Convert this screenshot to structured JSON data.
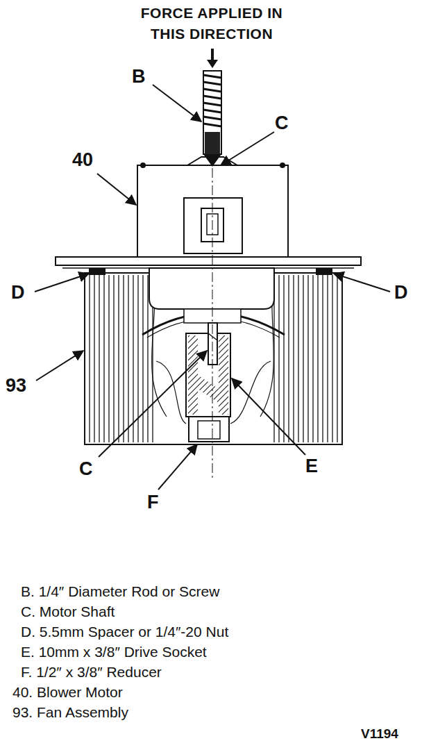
{
  "diagram": {
    "labels": [
      "FORCE APPLIED IN THIS DIRECTION",
      "B",
      "C",
      "40",
      "D",
      "D",
      "93",
      "C",
      "E",
      "F",
      "B. 1/4″ Diameter Rod or Screw",
      "C. Motor Shaft",
      "D. 5.5mm Spacer or 1/4″-20 Nut",
      "E. 10mm x 3/8″ Drive Socket",
      "F. 1/2″ x 3/8″ Reducer",
      "40. Blower Motor",
      "93. Fan Assembly",
      "V1194"
    ]
  }
}
